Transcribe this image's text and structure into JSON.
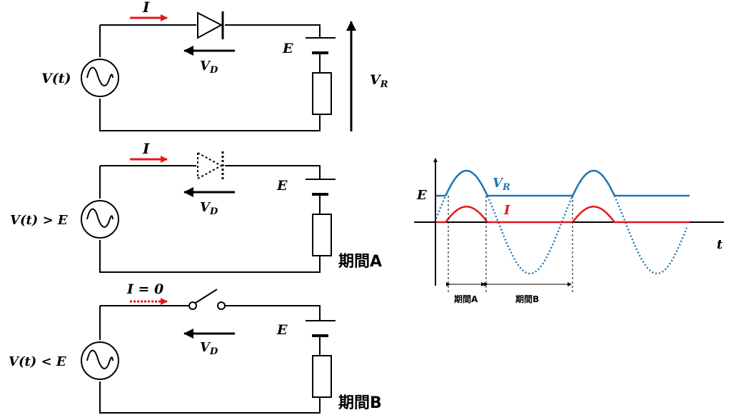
{
  "circuit1": {
    "current_label": "I",
    "source_label": "V(t)",
    "diode_voltage_main": "V",
    "diode_voltage_sub": "D",
    "battery_label": "E",
    "resistor_voltage_main": "V",
    "resistor_voltage_sub": "R"
  },
  "circuit2": {
    "current_label": "I",
    "source_label": "V(t) > E",
    "diode_voltage_main": "V",
    "diode_voltage_sub": "D",
    "battery_label": "E",
    "period_label": "期間A"
  },
  "circuit3": {
    "current_label": "I = 0",
    "source_label": "V(t) < E",
    "diode_voltage_main": "V",
    "diode_voltage_sub": "D",
    "battery_label": "E",
    "period_label": "期間B"
  },
  "graph": {
    "y_level_label": "E",
    "x_axis_label": "t",
    "vr_label_main": "V",
    "vr_label_sub": "R",
    "current_label": "I",
    "interval_a_label": "期間A",
    "interval_b_label": "期間B",
    "colors": {
      "vr": "#1f77b4",
      "current": "#e8141c",
      "source": "#1f77b4",
      "arrow_red": "#e8141c"
    }
  }
}
